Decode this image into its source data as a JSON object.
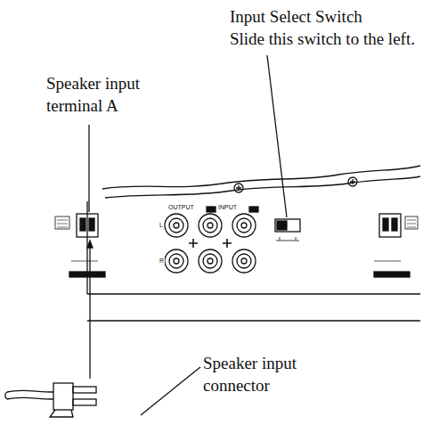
{
  "diagram": {
    "labels": [
      "Input Select Switch",
      "Slide this switch to the left.",
      "Speaker input terminal A",
      "Speaker input connector",
      "OUTPUT",
      "INPUT",
      "L",
      "R"
    ]
  }
}
